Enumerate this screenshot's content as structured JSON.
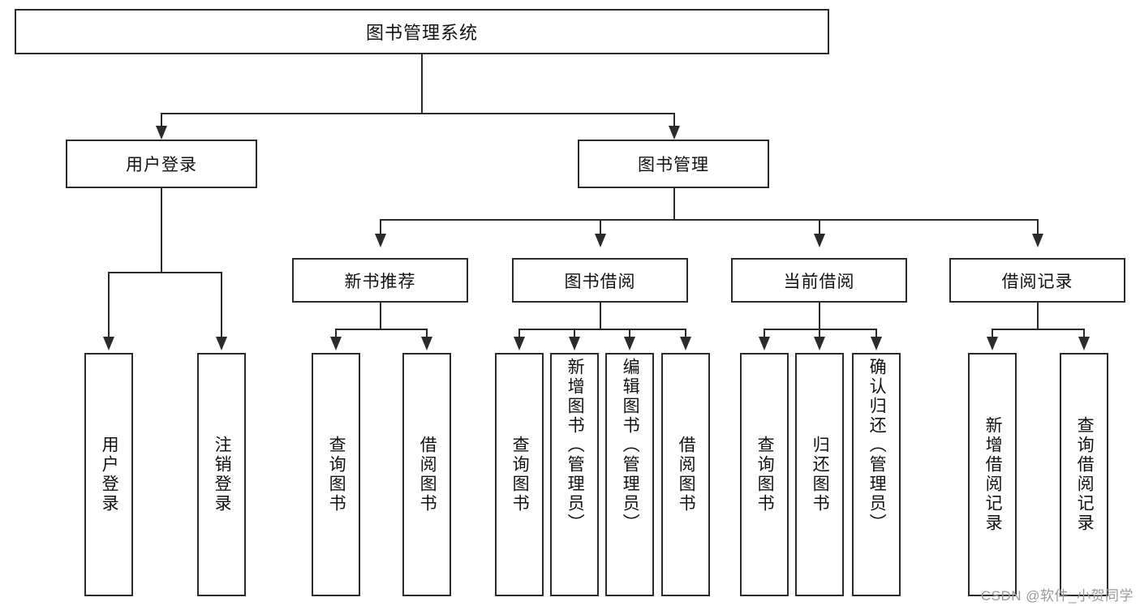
{
  "diagram": {
    "type": "tree-hierarchy",
    "title": "图书管理系统",
    "watermark": "CSDN @软件_小贺同学",
    "colors": {
      "stroke": "#2b2b2b",
      "fill": "#ffffff",
      "text": "#111111",
      "watermark": "#9a9a9a"
    },
    "levels": {
      "root": {
        "label": "图书管理系统"
      },
      "level2": [
        {
          "label": "用户登录"
        },
        {
          "label": "图书管理"
        }
      ],
      "level3": [
        {
          "label": "新书推荐"
        },
        {
          "label": "图书借阅"
        },
        {
          "label": "当前借阅"
        },
        {
          "label": "借阅记录"
        }
      ],
      "leaves": {
        "user_login": [
          {
            "label": "用户登录"
          },
          {
            "label": "注销登录"
          }
        ],
        "new_book_recommend": [
          {
            "label": "查询图书"
          },
          {
            "label": "借阅图书"
          }
        ],
        "book_borrow": [
          {
            "label": "查询图书"
          },
          {
            "label": "新增图书（管理员）"
          },
          {
            "label": "编辑图书（管理员）"
          },
          {
            "label": "借阅图书"
          }
        ],
        "current_borrow": [
          {
            "label": "查询图书"
          },
          {
            "label": "归还图书"
          },
          {
            "label": "确认归还（管理员）"
          }
        ],
        "borrow_record": [
          {
            "label": "新增借阅记录"
          },
          {
            "label": "查询借阅记录"
          }
        ]
      }
    }
  }
}
